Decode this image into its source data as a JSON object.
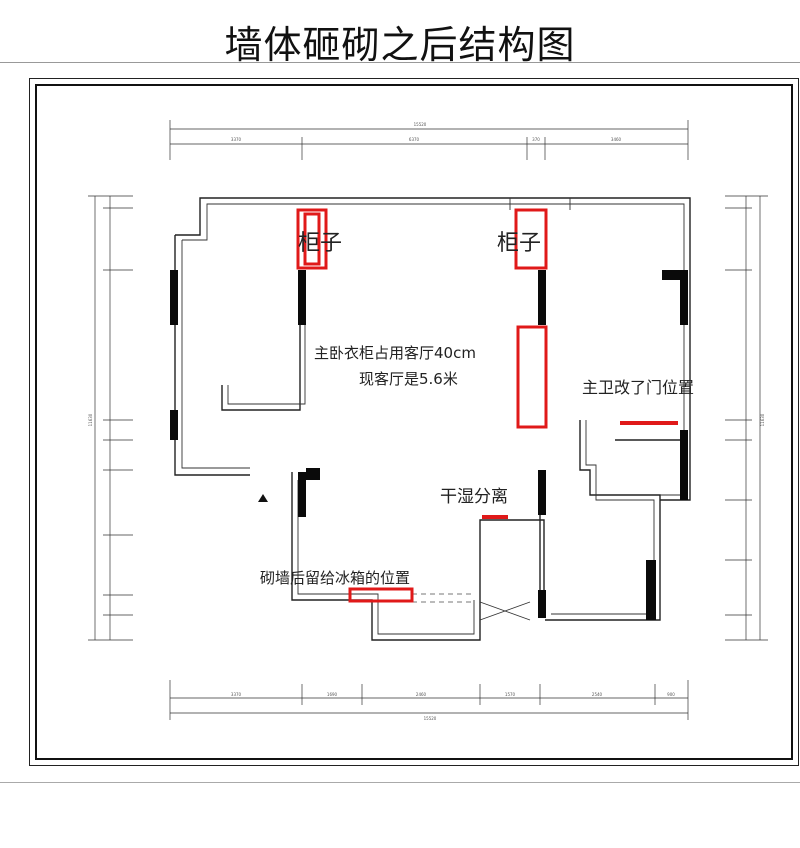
{
  "title": "墙体砸砌之后结构图",
  "labels": {
    "cabinet_left": "柜子",
    "cabinet_right": "柜子",
    "wardrobe_note_line1": "主卧衣柜占用客厅40cm",
    "wardrobe_note_line2": "现客厅是5.6米",
    "bathroom_door_note": "主卫改了门位置",
    "dry_wet_note": "干湿分离",
    "fridge_note": "砌墙后留给冰箱的位置"
  },
  "dimensions": {
    "top_total": "15520",
    "top_segments": [
      "3370",
      "6370",
      "370",
      "3460"
    ],
    "bottom_total": "15520",
    "bottom_segments": [
      "3370",
      "1690",
      "2460",
      "1570",
      "2540",
      "900"
    ],
    "side_total": "11630"
  },
  "colors": {
    "annotation_red": "#e01919",
    "wall_black": "#0a0a0a"
  }
}
